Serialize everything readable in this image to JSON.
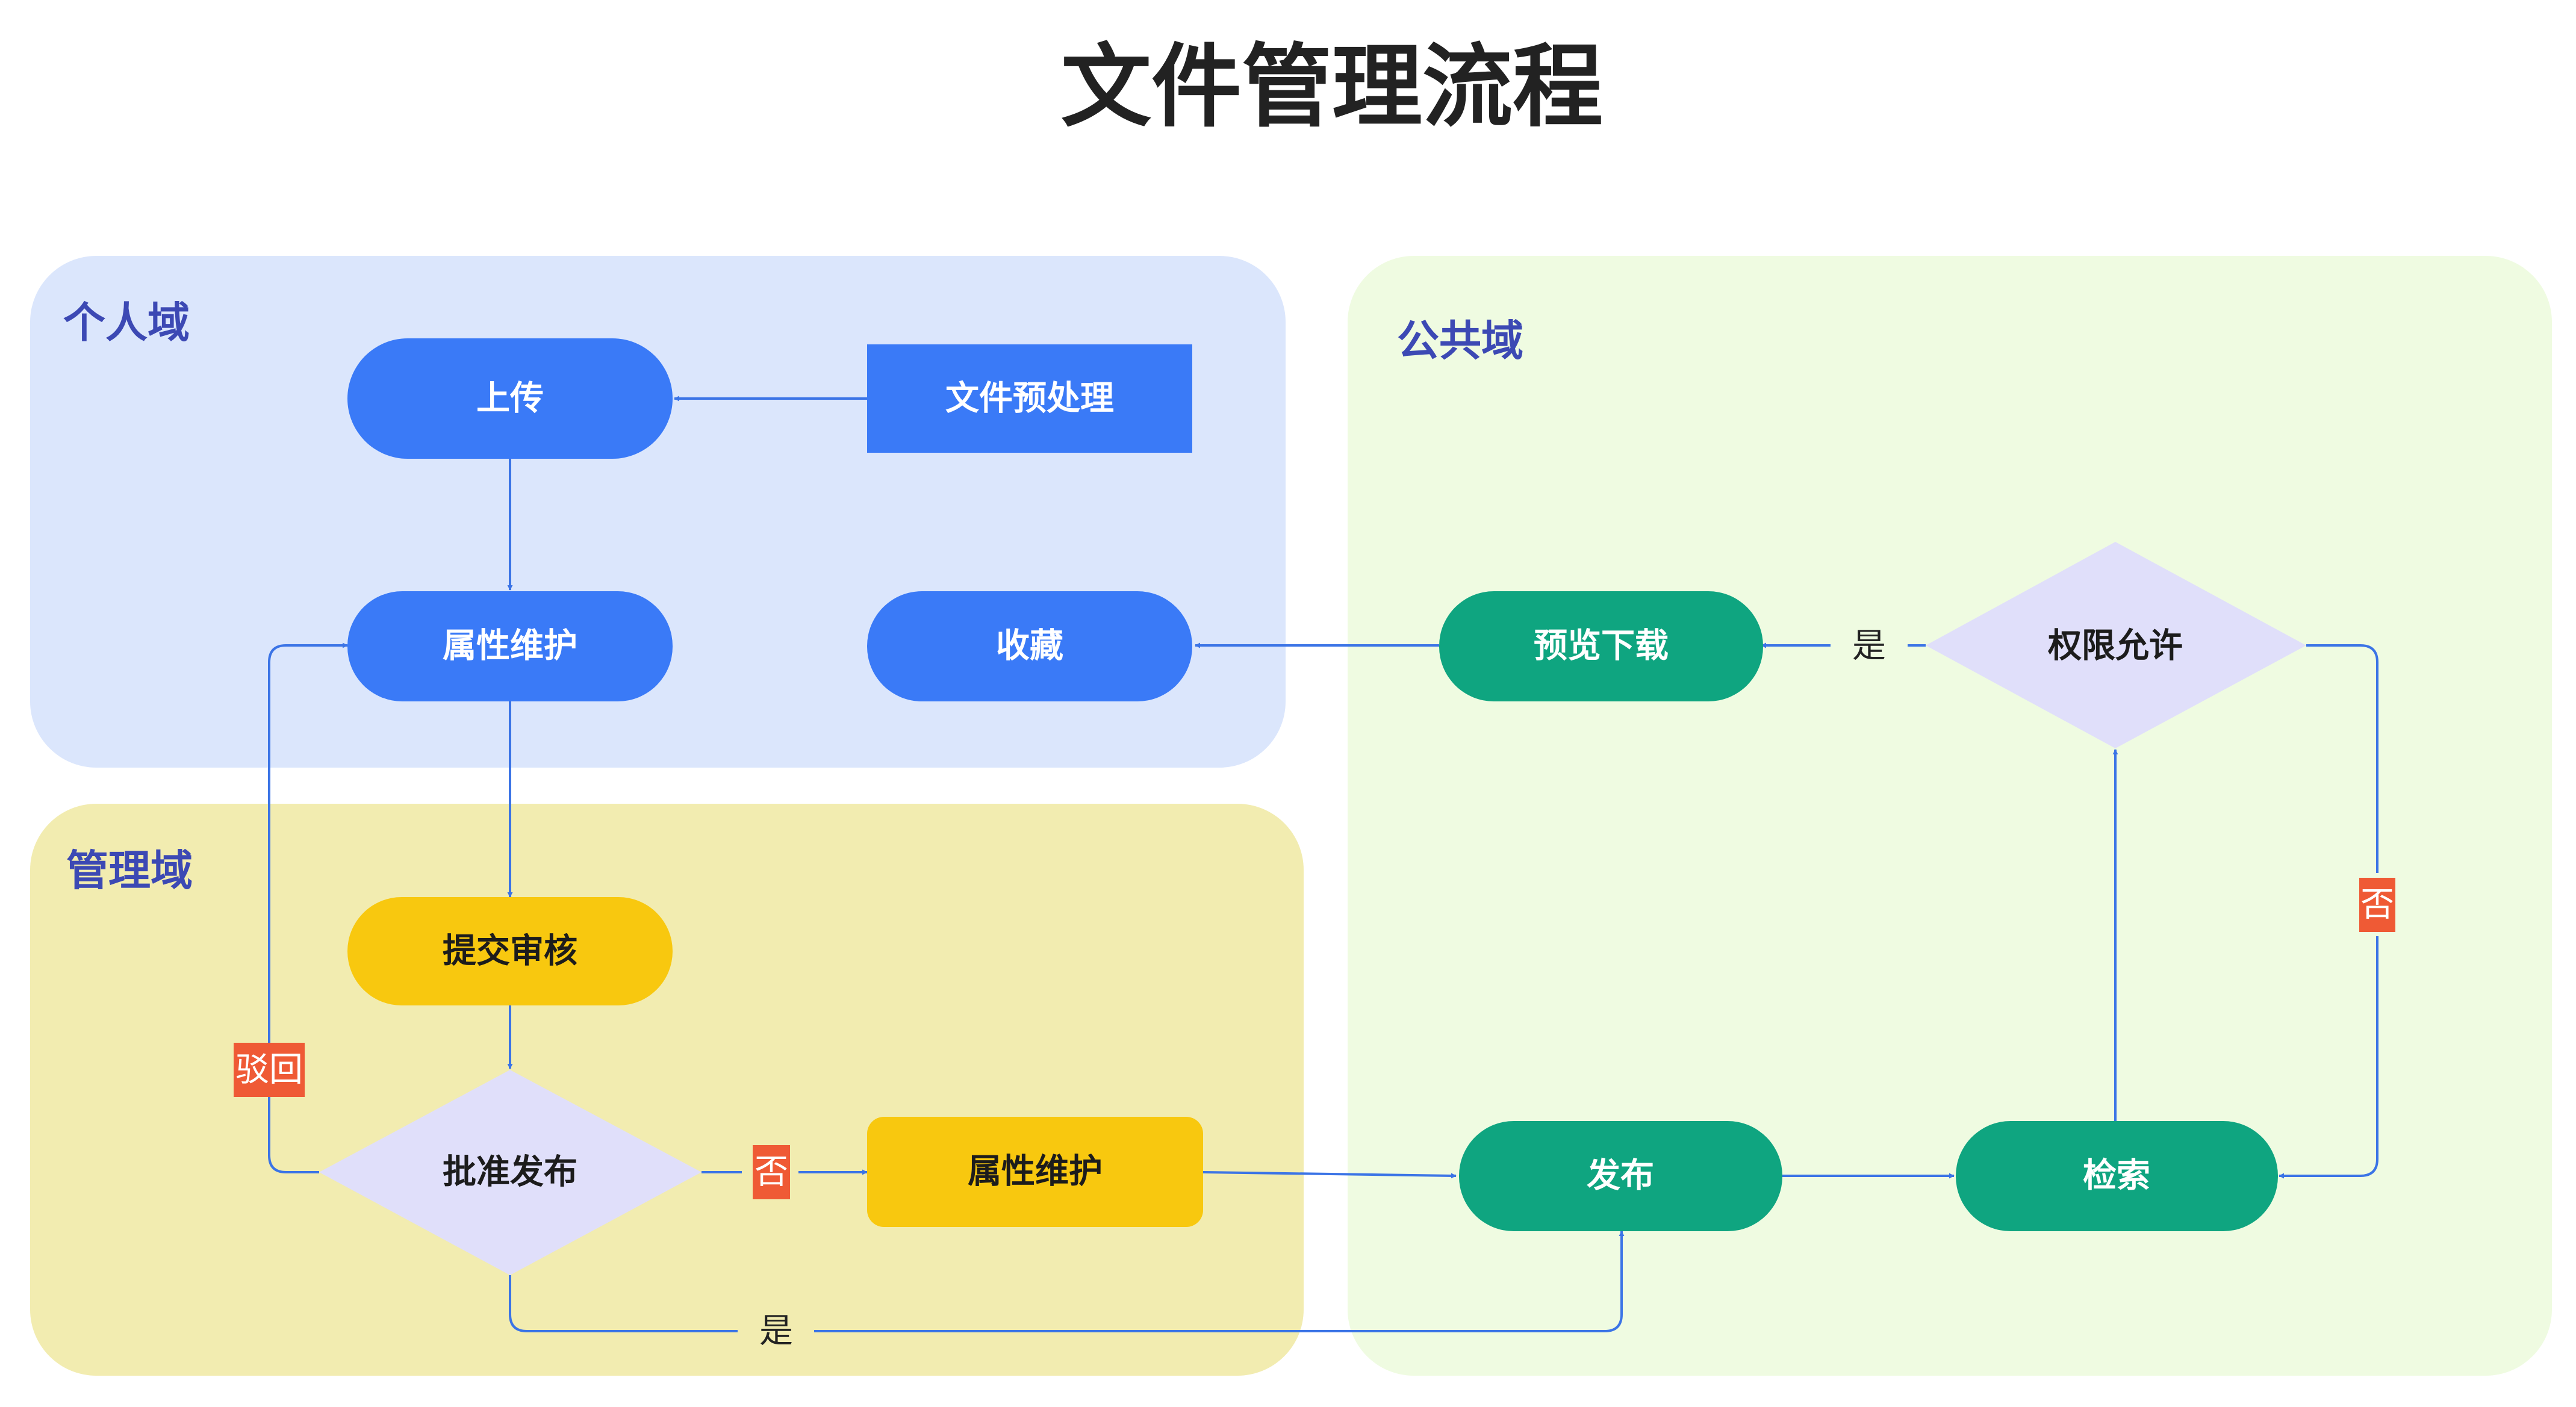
{
  "title": "文件管理流程",
  "colors": {
    "personal_region": "#dbe6fc",
    "admin_region": "#f2ecb0",
    "public_region": "#effbe1",
    "blue_node": "#3a7af7",
    "yellow_node": "#f8c80f",
    "green_node": "#0fa580",
    "decision_node": "#e0dffa",
    "connector": "#3b74e6",
    "flag_label": "#ef5a35"
  },
  "regions": [
    {
      "id": "personal",
      "label": "个人域"
    },
    {
      "id": "admin",
      "label": "管理域"
    },
    {
      "id": "public",
      "label": "公共域"
    }
  ],
  "nodes": [
    {
      "id": "upload",
      "label": "上传",
      "shape": "pill",
      "color": "blue"
    },
    {
      "id": "preprocess",
      "label": "文件预处理",
      "shape": "rect",
      "color": "blue"
    },
    {
      "id": "attr1",
      "label": "属性维护",
      "shape": "pill",
      "color": "blue"
    },
    {
      "id": "favorite",
      "label": "收藏",
      "shape": "pill",
      "color": "blue"
    },
    {
      "id": "submit",
      "label": "提交审核",
      "shape": "pill",
      "color": "yellow"
    },
    {
      "id": "approve",
      "label": "批准发布",
      "shape": "diamond",
      "color": "decision"
    },
    {
      "id": "attr2",
      "label": "属性维护",
      "shape": "pill",
      "color": "yellow"
    },
    {
      "id": "publish",
      "label": "发布",
      "shape": "pill",
      "color": "green"
    },
    {
      "id": "search",
      "label": "检索",
      "shape": "pill",
      "color": "green"
    },
    {
      "id": "permission",
      "label": "权限允许",
      "shape": "diamond",
      "color": "decision"
    },
    {
      "id": "preview",
      "label": "预览下载",
      "shape": "pill",
      "color": "green"
    }
  ],
  "edges": [
    {
      "from": "preprocess",
      "to": "upload",
      "label": ""
    },
    {
      "from": "upload",
      "to": "attr1",
      "label": ""
    },
    {
      "from": "attr1",
      "to": "submit",
      "label": ""
    },
    {
      "from": "submit",
      "to": "approve",
      "label": ""
    },
    {
      "from": "approve",
      "to": "attr1",
      "label": "驳回"
    },
    {
      "from": "approve",
      "to": "attr2",
      "label": "否"
    },
    {
      "from": "approve",
      "to": "publish",
      "label": "是"
    },
    {
      "from": "attr2",
      "to": "publish",
      "label": ""
    },
    {
      "from": "publish",
      "to": "search",
      "label": ""
    },
    {
      "from": "search",
      "to": "permission",
      "label": ""
    },
    {
      "from": "permission",
      "to": "preview",
      "label": "是"
    },
    {
      "from": "permission",
      "to": "search",
      "label": "否"
    },
    {
      "from": "preview",
      "to": "favorite",
      "label": ""
    }
  ]
}
